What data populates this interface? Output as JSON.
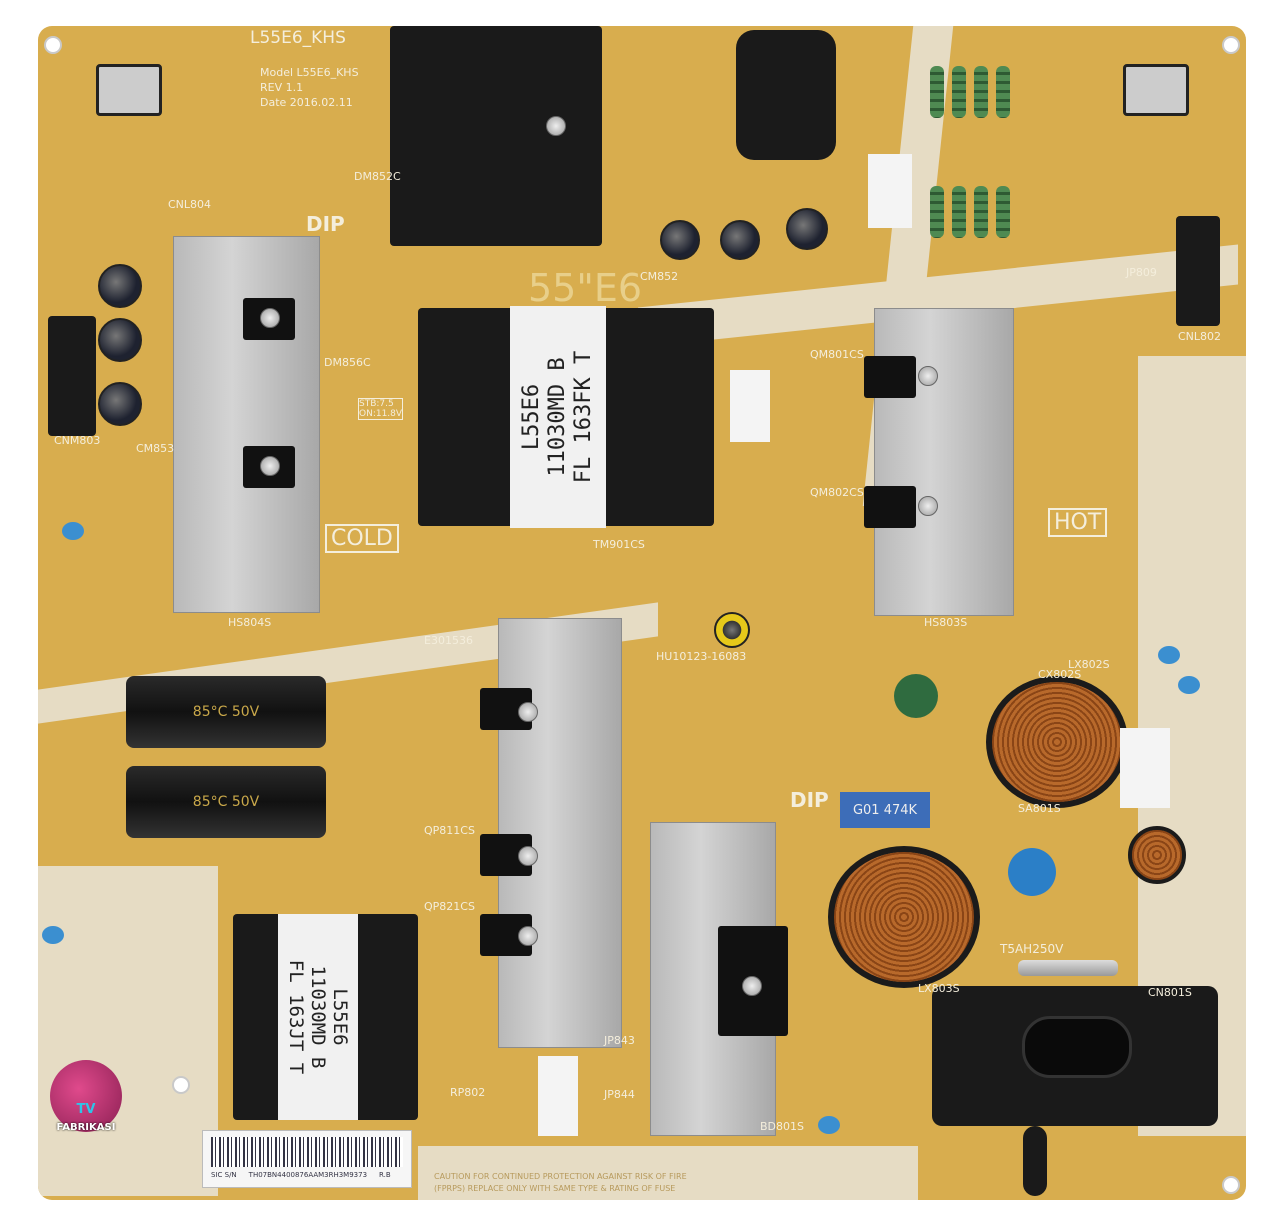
{
  "board": {
    "model_title": "L55E6_KHS",
    "model_line": "Model L55E6_KHS",
    "rev": "REV 1.1",
    "date": "Date 2016.02.11",
    "size_mark": "55\"E6",
    "dip_label": "DIP",
    "cold_label": "COLD",
    "hot_label": "HOT",
    "ul_file": "E301536",
    "cert_code": "HU10123-16083",
    "fuse_rating": "T5AH250V",
    "x_cap_marking": "G01 474K",
    "stb_label": "STB:7.5\nON:11.8V"
  },
  "main_transformer": {
    "lines": [
      "L55E6",
      "11030MD B",
      "FL 163FK T"
    ]
  },
  "aux_transformer": {
    "lines": [
      "L55E6",
      "11030MD B",
      "FL 163JT T"
    ]
  },
  "barcode_label": {
    "prefix": "SIC S/N",
    "serial": "TH07BN4400876AAM3RH3M9373",
    "suffix": "R.B"
  },
  "caution": {
    "line1": "CAUTION FOR CONTINUED PROTECTION AGAINST RISK OF FIRE",
    "line2": "(FPRPS) REPLACE ONLY WITH SAME TYPE & RATING OF FUSE"
  },
  "silkscreen": [
    "CNL804",
    "CNM803",
    "CM853",
    "HS804S",
    "HS803S",
    "TM901CS",
    "LX803S",
    "LX802S",
    "BD801S",
    "QM801CS",
    "QM802CS",
    "QP811CS",
    "QP821CS",
    "CNL802",
    "JP809",
    "CM852",
    "DM852C",
    "DM856C",
    "RP802",
    "CN801S",
    "SA801S",
    "CX802S",
    "JP843",
    "JP844"
  ],
  "watermark": {
    "text1": "TV",
    "text2": "FABRIKASI"
  }
}
